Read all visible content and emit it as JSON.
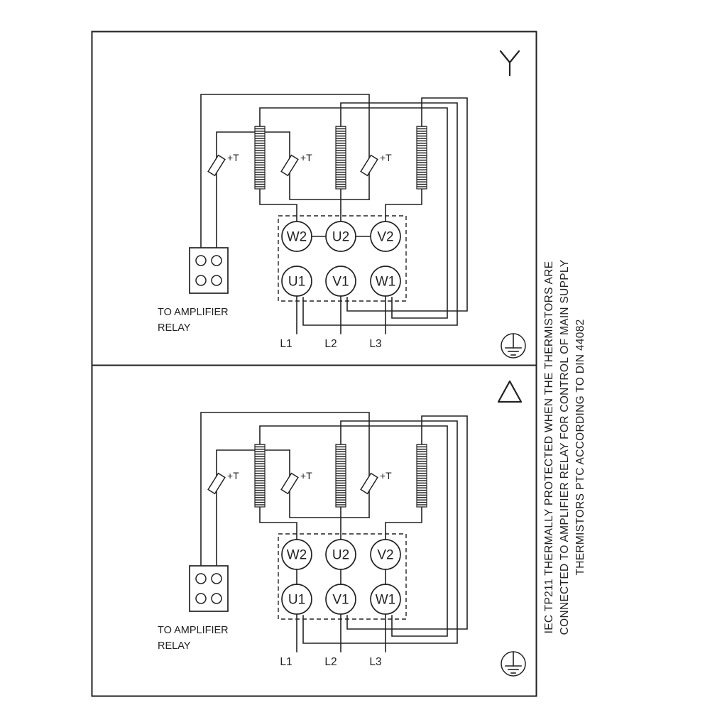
{
  "background": "#ffffff",
  "line_color": "#222222",
  "panel": {
    "thermistor_label": "+T",
    "terminals_top": [
      "W2",
      "U2",
      "V2"
    ],
    "terminals_bottom": [
      "U1",
      "V1",
      "W1"
    ],
    "relay_caption_line1": "TO AMPLIFIER",
    "relay_caption_line2": "RELAY",
    "supply_labels": [
      "L1",
      "L2",
      "L3"
    ]
  },
  "panels": [
    {
      "connection_symbol": "star-icon"
    },
    {
      "connection_symbol": "delta-icon"
    }
  ],
  "note_lines": [
    "IEC TP211 THERMALLY PROTECTED WHEN THE THERMISTORS ARE",
    "CONNECTED TO AMPLIFIER RELAY FOR CONTROL OF MAIN SUPPLY",
    "THERMISTORS PTC ACCORDING TO DIN 44082"
  ]
}
